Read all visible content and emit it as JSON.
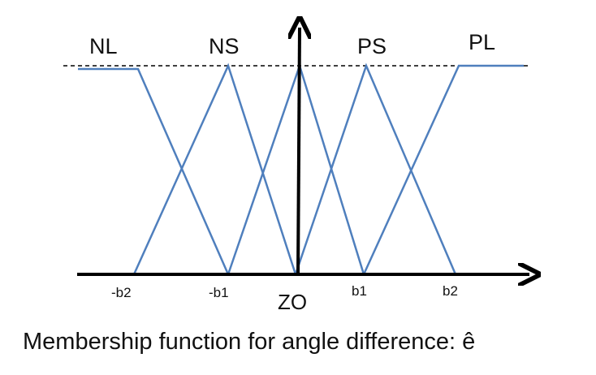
{
  "set_labels": {
    "nl": "NL",
    "ns": "NS",
    "ps": "PS",
    "pl": "PL"
  },
  "tick_labels": {
    "neg_b2": "-b2",
    "neg_b1": "-b1",
    "zero": "ZO",
    "b1": "b1",
    "b2": "b2"
  },
  "caption": "Membership function for angle difference: ê",
  "colors": {
    "membership_line": "#4f7fbd",
    "axis": "#000000",
    "reference_line": "#000000"
  },
  "membership_functions": [
    {
      "name": "NL",
      "shape": "left-shoulder",
      "points": [
        [
          "-b2",
          1
        ],
        [
          "-b1",
          0
        ]
      ]
    },
    {
      "name": "NS",
      "shape": "triangle",
      "points": [
        [
          "-b2",
          0
        ],
        [
          "-b1",
          1
        ],
        [
          "ZO",
          0
        ]
      ]
    },
    {
      "name": "ZO",
      "shape": "triangle",
      "points": [
        [
          "-b1",
          0
        ],
        [
          "ZO",
          1
        ],
        [
          "b1",
          0
        ]
      ]
    },
    {
      "name": "PS",
      "shape": "triangle",
      "points": [
        [
          "ZO",
          0
        ],
        [
          "b1",
          1
        ],
        [
          "b2",
          0
        ]
      ]
    },
    {
      "name": "PL",
      "shape": "right-shoulder",
      "points": [
        [
          "b1",
          0
        ],
        [
          "b2",
          1
        ]
      ]
    }
  ]
}
